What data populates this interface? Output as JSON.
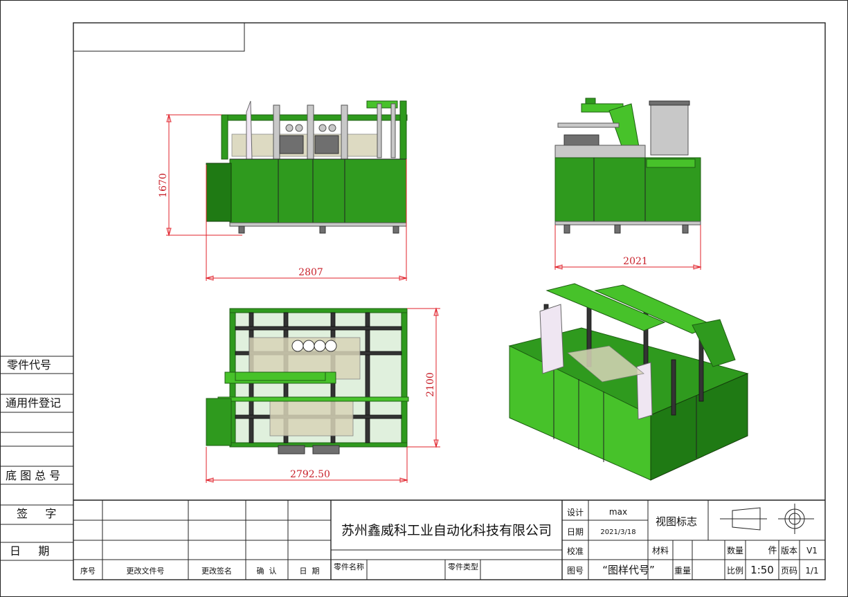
{
  "sidebar": {
    "part_code": "零件代号",
    "general_registration": "通用件登记",
    "base_drawing_no": "底 图 总 号",
    "signature": "签     字",
    "date": "日     期"
  },
  "views": {
    "front_height_dim": "1670",
    "front_width_dim": "2807",
    "side_width_dim": "2021",
    "top_depth_dim": "2100",
    "top_width_dim": "2792.50"
  },
  "title_block": {
    "company": "苏州鑫威科工业自动化科技有限公司",
    "design_label": "设计",
    "designer": "max",
    "date_label": "日期",
    "date_value": "2021/3/18",
    "check_label": "校准",
    "drawing_no_label": "图号",
    "drawing_no_value": "“图样代号”",
    "view_mark_label": "视图标志",
    "material_label": "材料",
    "weight_label": "重量",
    "quantity_label": "数量",
    "quantity_unit": "件",
    "version_label": "版本",
    "version_value": "V1",
    "scale_label": "比例",
    "scale_value": "1:50",
    "page_label": "页码",
    "page_value": "1/1",
    "part_name_label": "零件名称",
    "part_type_label": "零件类型",
    "rev_headers": [
      "序号",
      "更改文件号",
      "更改签名",
      "确  认",
      "日  期"
    ]
  }
}
